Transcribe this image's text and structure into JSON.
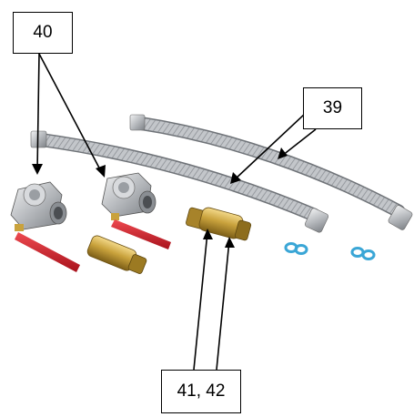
{
  "callouts": {
    "part_40": "40",
    "part_39": "39",
    "parts_41_42": "41, 42"
  },
  "valve_handle_text": "",
  "colors": {
    "valve_handle": "#d41c2a",
    "brass": "#c9a23c",
    "steel": "#b9bcc0",
    "washer": "#3aa6d6",
    "callout_border": "#000000"
  }
}
